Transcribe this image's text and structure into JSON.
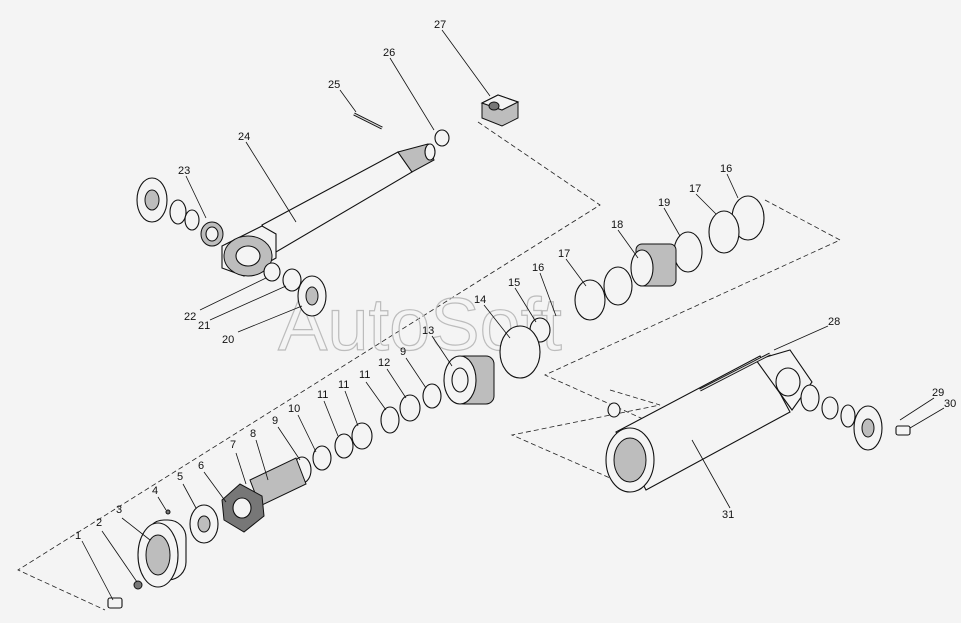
{
  "watermark": "AutoSoft",
  "callouts": [
    {
      "id": "c1",
      "label": "1"
    },
    {
      "id": "c2",
      "label": "2"
    },
    {
      "id": "c3",
      "label": "3"
    },
    {
      "id": "c4",
      "label": "4"
    },
    {
      "id": "c5",
      "label": "5"
    },
    {
      "id": "c6",
      "label": "6"
    },
    {
      "id": "c7",
      "label": "7"
    },
    {
      "id": "c8",
      "label": "8"
    },
    {
      "id": "c9a",
      "label": "9"
    },
    {
      "id": "c10",
      "label": "10"
    },
    {
      "id": "c11a",
      "label": "11"
    },
    {
      "id": "c11b",
      "label": "11"
    },
    {
      "id": "c11c",
      "label": "11"
    },
    {
      "id": "c12",
      "label": "12"
    },
    {
      "id": "c9b",
      "label": "9"
    },
    {
      "id": "c13",
      "label": "13"
    },
    {
      "id": "c14",
      "label": "14"
    },
    {
      "id": "c15",
      "label": "15"
    },
    {
      "id": "c16a",
      "label": "16"
    },
    {
      "id": "c17a",
      "label": "17"
    },
    {
      "id": "c18",
      "label": "18"
    },
    {
      "id": "c19",
      "label": "19"
    },
    {
      "id": "c17b",
      "label": "17"
    },
    {
      "id": "c16b",
      "label": "16"
    },
    {
      "id": "c20",
      "label": "20"
    },
    {
      "id": "c21",
      "label": "21"
    },
    {
      "id": "c22",
      "label": "22"
    },
    {
      "id": "c23",
      "label": "23"
    },
    {
      "id": "c24",
      "label": "24"
    },
    {
      "id": "c25",
      "label": "25"
    },
    {
      "id": "c26",
      "label": "26"
    },
    {
      "id": "c27",
      "label": "27"
    },
    {
      "id": "c28",
      "label": "28"
    },
    {
      "id": "c29",
      "label": "29"
    },
    {
      "id": "c30",
      "label": "30"
    },
    {
      "id": "c31",
      "label": "31"
    }
  ]
}
